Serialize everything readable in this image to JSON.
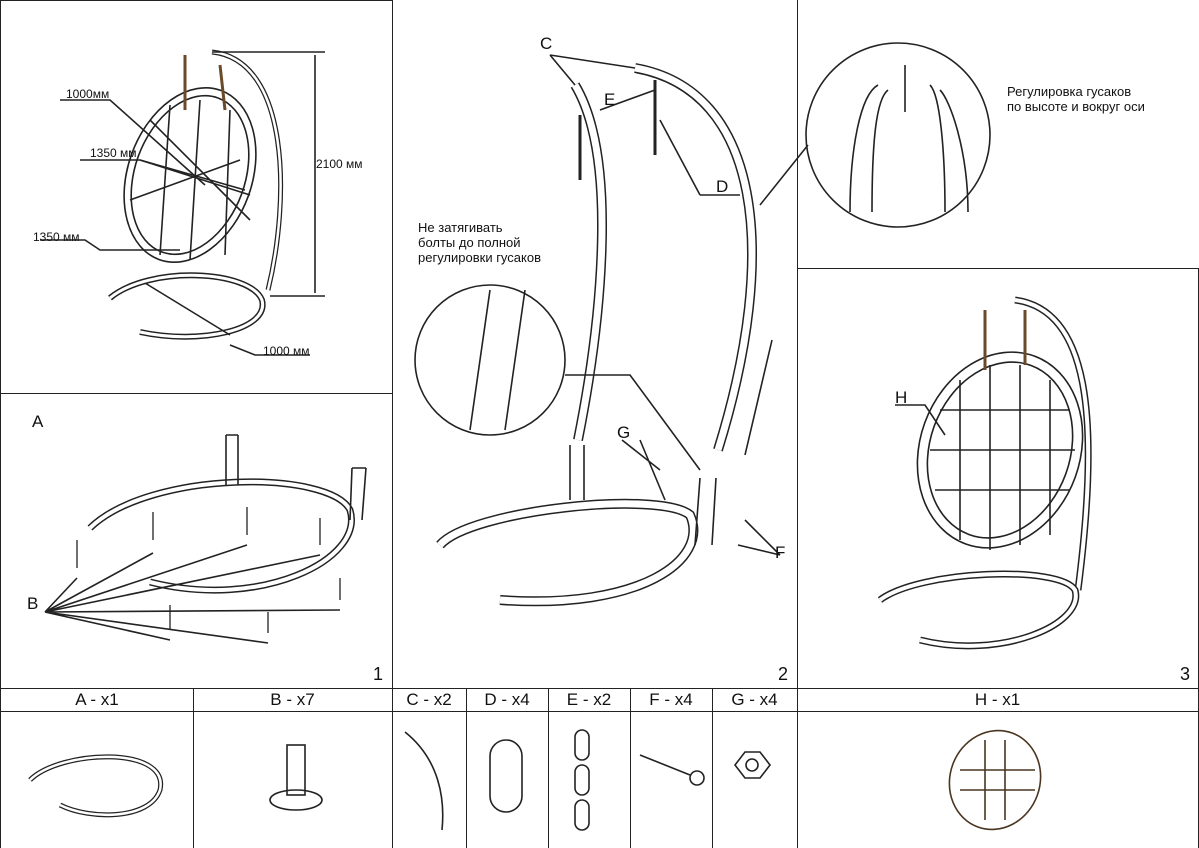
{
  "panel1": {
    "dims": [
      "1000мм",
      "1350 мм",
      "1350 мм",
      "2100 мм",
      "1000 мм"
    ],
    "number": "1"
  },
  "panel_ab": {
    "label_a": "A",
    "label_b": "B"
  },
  "panel2": {
    "label_c": "C",
    "label_e": "E",
    "label_d": "D",
    "label_g": "G",
    "label_f": "F",
    "note": [
      "Не затягивать",
      "болты до полной",
      "регулировки гусаков"
    ],
    "callout": [
      "Регулировка гусаков",
      "по высоте и вокруг оси"
    ],
    "number": "2"
  },
  "panel3": {
    "label_h": "H",
    "number": "3"
  },
  "parts": [
    {
      "label": "A - x1"
    },
    {
      "label": "B - x7"
    },
    {
      "label": "C - x2"
    },
    {
      "label": "D - x4"
    },
    {
      "label": "E - x2"
    },
    {
      "label": "F - x4"
    },
    {
      "label": "G - x4"
    },
    {
      "label": "H - x1"
    }
  ]
}
